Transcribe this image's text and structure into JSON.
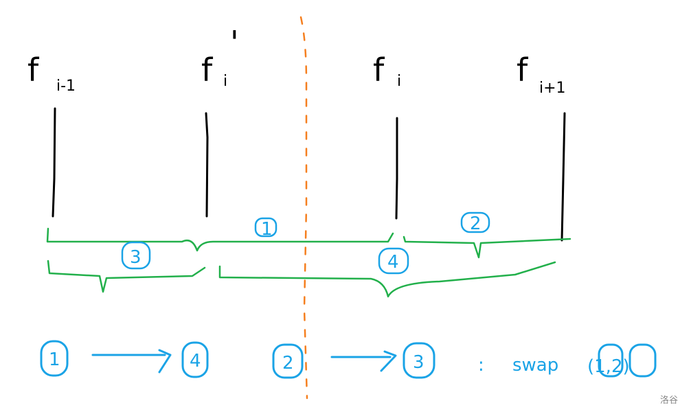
{
  "colors": {
    "ink": "#000000",
    "divider": "#f57f1f",
    "brace": "#22b04b",
    "label": "#1aa3e6",
    "watermark": "#8a8a8a"
  },
  "columns": [
    {
      "symbol": "f",
      "subscript": "i-1",
      "prime": ""
    },
    {
      "symbol": "f",
      "subscript": "i",
      "prime": "'"
    },
    {
      "symbol": "f",
      "subscript": "i",
      "prime": ""
    },
    {
      "symbol": "f",
      "subscript": "i+1",
      "prime": ""
    }
  ],
  "braces": [
    {
      "label": "1"
    },
    {
      "label": "2"
    },
    {
      "label": "3"
    },
    {
      "label": "4"
    }
  ],
  "mapping": {
    "a_from": "1",
    "a_to": "4",
    "b_from": "2",
    "b_to": "3",
    "colon": ":",
    "swap_text": "swap",
    "swap_args": "(1,2)",
    "arrow": "→"
  },
  "watermark": "洛谷"
}
